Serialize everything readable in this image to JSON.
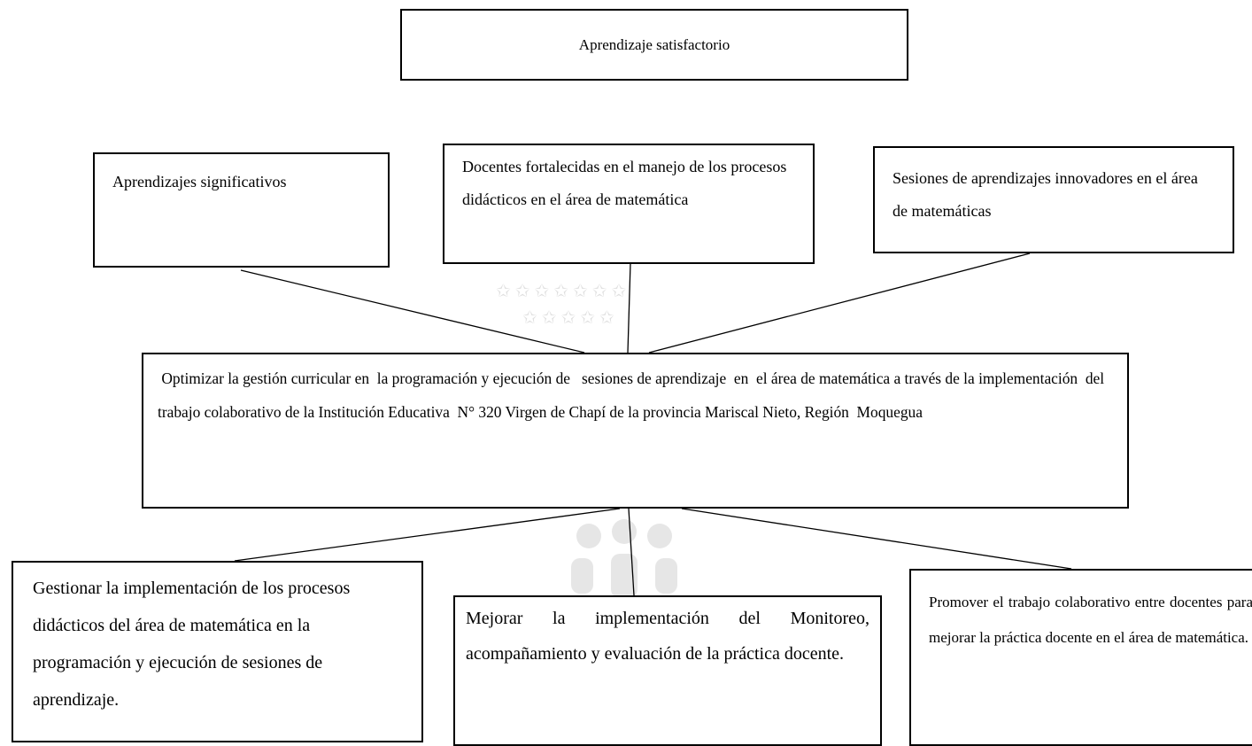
{
  "top": {
    "text": "Aprendizaje satisfactorio"
  },
  "ends": [
    {
      "text": "Aprendizajes  significativos"
    },
    {
      "text": "Docentes fortalecidas en el  manejo  de los procesos didácticos en el área de matemática"
    },
    {
      "text": "Sesiones de aprendizajes innovadores en el área de matemáticas"
    }
  ],
  "center": {
    "text": " Optimizar la gestión curricular en  la programación y ejecución de   sesiones de aprendizaje  en  el área de matemática a través de la implementación  del trabajo colaborativo de la Institución Educativa  N° 320 Virgen de Chapí de la provincia Mariscal Nieto, Región  Moquegua"
  },
  "means": [
    {
      "text": "Gestionar la implementación de los procesos didácticos del área de matemática  en la programación y ejecución de sesiones de aprendizaje."
    },
    {
      "text": "Mejorar la implementación del Monitoreo, acompañamiento y evaluación de la práctica docente."
    },
    {
      "text": "Promover el trabajo colaborativo entre docentes para mejorar la práctica docente en el área de matemática."
    }
  ],
  "colors": {
    "border": "#000000",
    "watermark": "#c8c8c8"
  }
}
